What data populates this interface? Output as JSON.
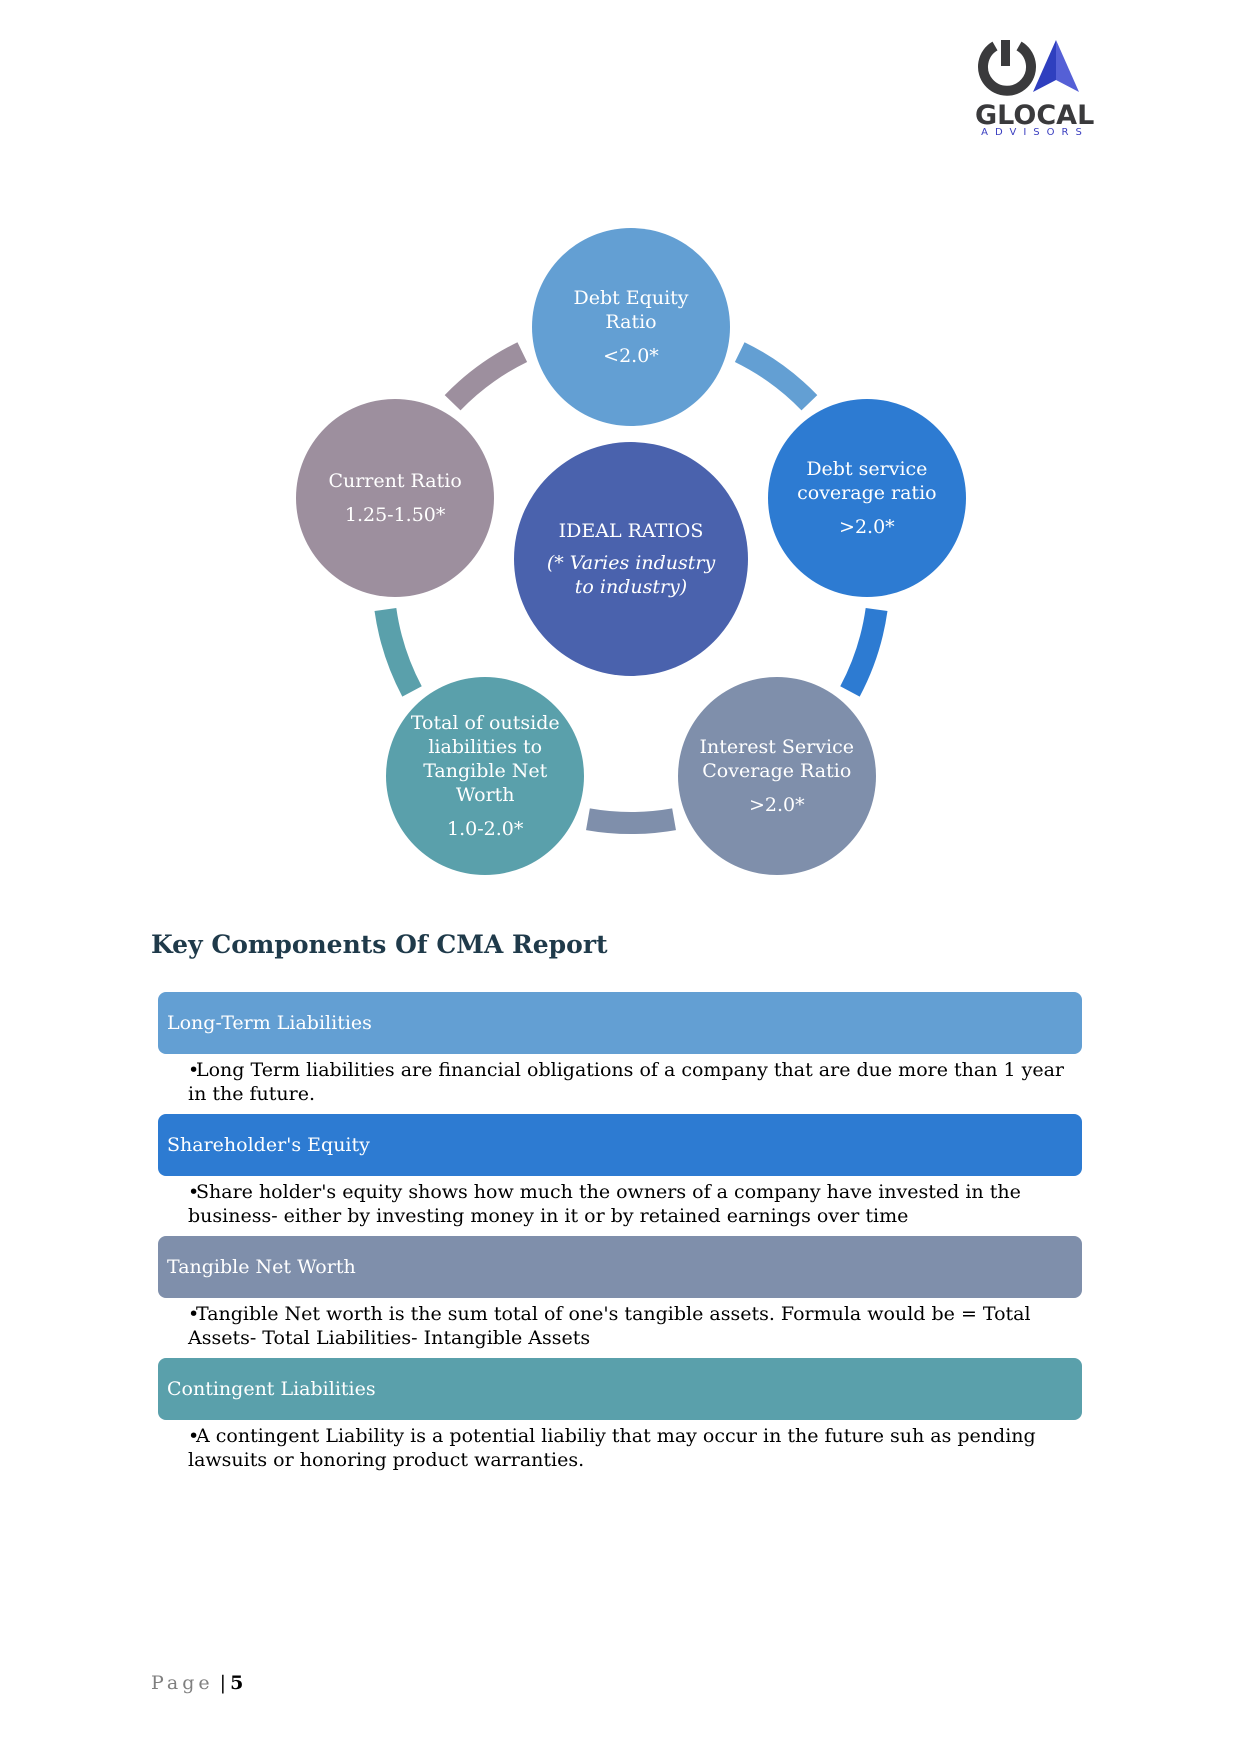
{
  "logo": {
    "name": "GLOCAL",
    "subtitle": "ADVISORS",
    "colors": {
      "dark": "#3a3a3c",
      "accent": "#3a3ec0"
    }
  },
  "diagram": {
    "center": {
      "title": "IDEAL RATIOS",
      "note": "(* Varies industry to industry)",
      "color": "#4a62ad"
    },
    "nodes": [
      {
        "label": "Debt Equity Ratio",
        "value": "<2.0*",
        "color": "#639fd3"
      },
      {
        "label": "Debt service coverage ratio",
        "value": ">2.0*",
        "color": "#2d7bd2"
      },
      {
        "label": "Interest Service Coverage Ratio",
        "value": ">2.0*",
        "color": "#7f8fab"
      },
      {
        "label": "Total of outside liabilities to Tangible Net Worth",
        "value": "1.0-2.0*",
        "color": "#5aa0ab"
      },
      {
        "label": "Current Ratio",
        "value": "1.25-1.50*",
        "color": "#9d8f9e"
      }
    ]
  },
  "section": {
    "heading": "Key Components Of CMA Report",
    "components": [
      {
        "title": "Long-Term Liabilities",
        "color": "#639fd3",
        "description": "Long Term liabilities are financial obligations of a company that are due more than 1 year in the future."
      },
      {
        "title": "Shareholder's Equity",
        "color": "#2d7bd2",
        "description": "Share holder's equity shows how much the owners of a company have invested in the business- either by investing money in it or by retained earnings over time"
      },
      {
        "title": "Tangible Net Worth",
        "color": "#7f8fab",
        "description": "Tangible Net worth is the sum total of one's tangible assets. Formula would be = Total Assets- Total Liabilities- Intangible Assets"
      },
      {
        "title": "Contingent Liabilities",
        "color": "#5aa0ab",
        "description": "A contingent Liability is a potential liabiliy that may occur in the future suh as pending lawsuits or honoring product warranties."
      }
    ]
  },
  "footer": {
    "page_label": "Page",
    "separator": "|",
    "page_number": "5"
  }
}
